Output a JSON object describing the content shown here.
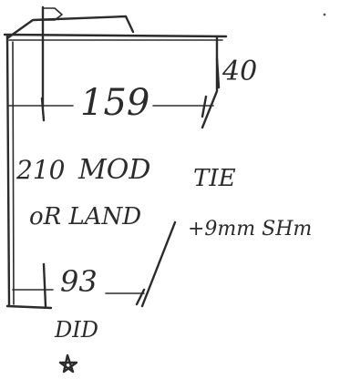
{
  "sketch": {
    "dimensions": {
      "top_width": "159",
      "side_top": "40",
      "bottom_width": "93",
      "height": "210"
    },
    "labels": {
      "line1": "MOD",
      "line2": "oR LAND",
      "tie": "TIE",
      "tie_detail": "+9mm SHm",
      "bottom_note": "DID"
    },
    "colors": {
      "ink": "#2b2b2b",
      "paper": "#ffffff"
    }
  }
}
